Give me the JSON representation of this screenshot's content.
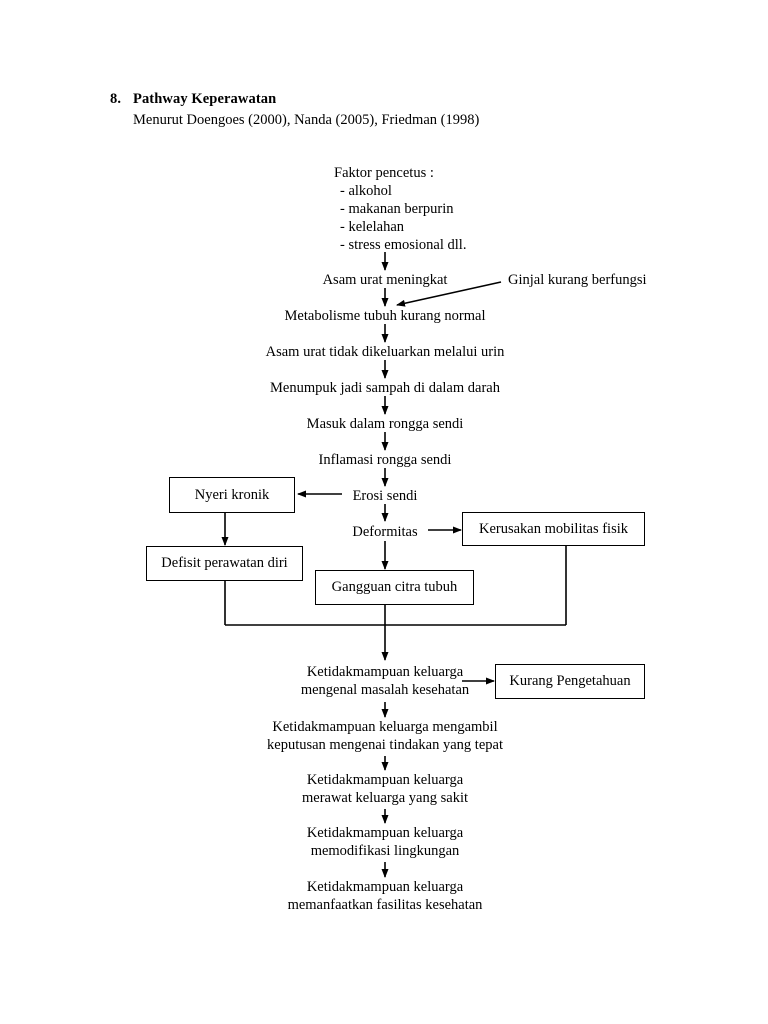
{
  "document": {
    "section_number": "8.",
    "section_title": "Pathway Keperawatan",
    "citation": "Menurut Doengoes (2000), Nanda (2005), Friedman (1998)"
  },
  "diagram": {
    "type": "flowchart",
    "trigger_block": {
      "title": "Faktor pencetus :",
      "items": [
        "-  alkohol",
        "-  makanan berpurin",
        "-  kelelahan",
        "-  stress emosional dll."
      ]
    },
    "plain_nodes": [
      {
        "id": "asam_urat_meningkat",
        "label": "Asam urat meningkat"
      },
      {
        "id": "ginjal_kurang",
        "label": "Ginjal kurang berfungsi"
      },
      {
        "id": "metabolisme",
        "label": "Metabolisme tubuh kurang normal"
      },
      {
        "id": "tidak_dikeluarkan",
        "label": "Asam urat tidak dikeluarkan melalui urin"
      },
      {
        "id": "menumpuk",
        "label": "Menumpuk jadi sampah di dalam darah"
      },
      {
        "id": "masuk_rongga",
        "label": "Masuk dalam rongga sendi"
      },
      {
        "id": "inflamasi",
        "label": "Inflamasi rongga sendi"
      },
      {
        "id": "erosi",
        "label": "Erosi sendi"
      },
      {
        "id": "deformitas",
        "label": "Deformitas"
      }
    ],
    "boxed_nodes": [
      {
        "id": "nyeri_kronik",
        "label": "Nyeri kronik"
      },
      {
        "id": "defisit_perawatan",
        "label": "Defisit perawatan diri"
      },
      {
        "id": "kerusakan_mobilitas",
        "label": "Kerusakan mobilitas fisik"
      },
      {
        "id": "gangguan_citra",
        "label": "Gangguan citra tubuh"
      },
      {
        "id": "kurang_pengetahuan",
        "label": "Kurang Pengetahuan"
      }
    ],
    "family_nodes": [
      {
        "id": "mengenal",
        "line1": "Ketidakmampuan keluarga",
        "line2": "mengenal masalah kesehatan"
      },
      {
        "id": "keputusan",
        "line1": "Ketidakmampuan keluarga mengambil",
        "line2": "keputusan mengenai tindakan yang tepat"
      },
      {
        "id": "merawat",
        "line1": "Ketidakmampuan keluarga",
        "line2": "merawat keluarga yang sakit"
      },
      {
        "id": "memodifikasi",
        "line1": "Ketidakmampuan keluarga",
        "line2": "memodifikasi lingkungan"
      },
      {
        "id": "memanfaatkan",
        "line1": "Ketidakmampuan keluarga",
        "line2": "memanfaatkan fasilitas kesehatan"
      }
    ],
    "colors": {
      "page_background": "#ffffff",
      "text": "#000000",
      "stroke": "#000000"
    }
  }
}
